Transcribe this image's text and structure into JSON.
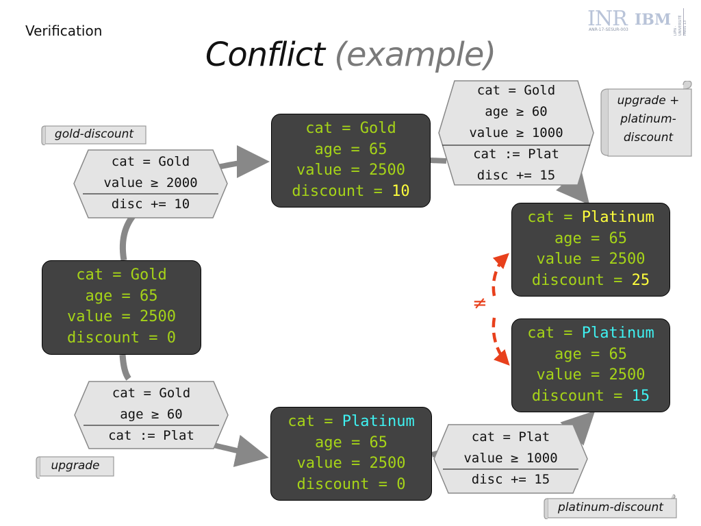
{
  "header": {
    "section": "Verification",
    "title_main": "Conflict",
    "title_sub": "(example)"
  },
  "logo": {
    "letters": "INR",
    "brand": "IBM",
    "code": "ANR-17-SESUR-003",
    "side_text": "LIPN · UNIVERSITÉ PARIS 13"
  },
  "colors": {
    "state_bg": "#424242",
    "state_text": "#a6d418",
    "highlight_yellow": "#ffff3c",
    "highlight_cyan": "#3ff2f2",
    "rule_bg": "#e4e4e4",
    "link": "#888888",
    "conflict": "#e8401c"
  },
  "states": {
    "initial": [
      "cat = Gold",
      "age = 65",
      "value = 2500",
      "discount = 0"
    ],
    "after_gold": {
      "l1": "cat = Gold",
      "l2": "age = 65",
      "l3": "value = 2500",
      "l4_pre": "discount = ",
      "l4_val": "10"
    },
    "after_upgrade": {
      "l1_pre": "cat = ",
      "l1_val": "Platinum",
      "l2": "age = 65",
      "l3": "value = 2500",
      "l4": "discount = 0"
    },
    "final_a": {
      "l1_pre": "cat = ",
      "l1_val": "Platinum",
      "l2": "age = 65",
      "l3": "value = 2500",
      "l4_pre": "discount = ",
      "l4_val": "25"
    },
    "final_b": {
      "l1_pre": "cat = ",
      "l1_val": "Platinum",
      "l2": "age = 65",
      "l3": "value = 2500",
      "l4_pre": "discount = ",
      "l4_val": "15"
    }
  },
  "rules": {
    "gold_discount": {
      "guards": [
        "cat = Gold",
        "value ≥ 2000"
      ],
      "actions": [
        "disc += 10"
      ]
    },
    "upgrade_plus_platinum": {
      "guards": [
        "cat = Gold",
        "age ≥ 60",
        "value ≥ 1000"
      ],
      "actions": [
        "cat := Plat",
        "disc += 15"
      ]
    },
    "upgrade": {
      "guards": [
        "cat = Gold",
        "age ≥ 60"
      ],
      "actions": [
        "cat := Plat"
      ]
    },
    "platinum_discount": {
      "guards": [
        "cat = Plat",
        "value ≥ 1000"
      ],
      "actions": [
        "disc += 15"
      ]
    }
  },
  "labels": {
    "gold_discount": [
      "gold-discount"
    ],
    "upgrade_platinum": [
      "upgrade +",
      "platinum-",
      "discount"
    ],
    "upgrade": [
      "upgrade"
    ],
    "platinum_discount": [
      "platinum-discount"
    ]
  },
  "conflict_symbol": "≠"
}
